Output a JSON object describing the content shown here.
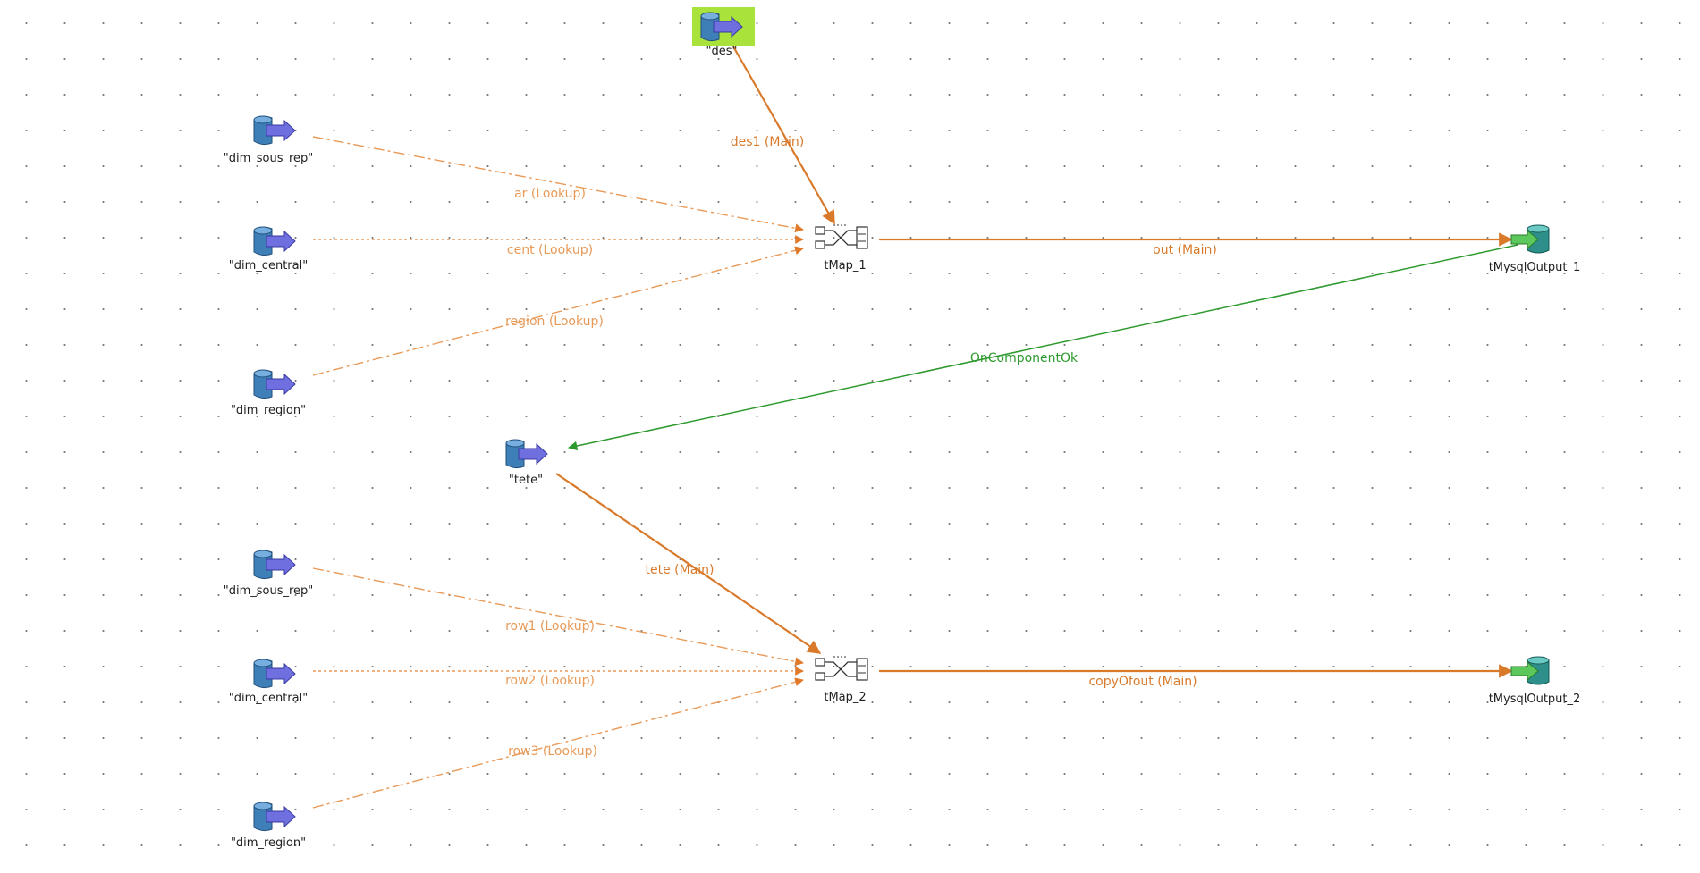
{
  "colors": {
    "main_link": "#d97a2b",
    "lookup_link": "#e89a58",
    "trigger_link": "#2e9a2e",
    "selected_highlight": "#a8e23a"
  },
  "components": {
    "des": {
      "label": "\"des\"",
      "icon": "input-db-icon"
    },
    "dim_sous_rep_1": {
      "label": "\"dim_sous_rep\"",
      "icon": "input-db-icon"
    },
    "dim_central_1": {
      "label": "\"dim_central\"",
      "icon": "input-db-icon"
    },
    "dim_region_1": {
      "label": "\"dim_region\"",
      "icon": "input-db-icon"
    },
    "tmap_1": {
      "label": "tMap_1",
      "icon": "tmap-icon"
    },
    "tmysqloutput_1": {
      "label": "tMysqlOutput_1",
      "icon": "output-db-icon"
    },
    "tete": {
      "label": "\"tete\"",
      "icon": "input-db-icon"
    },
    "dim_sous_rep_2": {
      "label": "\"dim_sous_rep\"",
      "icon": "input-db-icon"
    },
    "dim_central_2": {
      "label": "\"dim_central\"",
      "icon": "input-db-icon"
    },
    "dim_region_2": {
      "label": "\"dim_region\"",
      "icon": "input-db-icon"
    },
    "tmap_2": {
      "label": "tMap_2",
      "icon": "tmap-icon"
    },
    "tmysqloutput_2": {
      "label": "tMysqlOutput_2",
      "icon": "output-db-icon"
    }
  },
  "connections": {
    "des1_main": "des1 (Main)",
    "ar_lookup": "ar (Lookup)",
    "cent_lookup": "cent (Lookup)",
    "region_lookup": "region (Lookup)",
    "out_main": "out (Main)",
    "on_component_ok": "OnComponentOk",
    "tete_main": "tete (Main)",
    "row1_lookup": "row1 (Lookup)",
    "row2_lookup": "row2 (Lookup)",
    "row3_lookup": "row3 (Lookup)",
    "copyofout_main": "copyOfout (Main)"
  }
}
